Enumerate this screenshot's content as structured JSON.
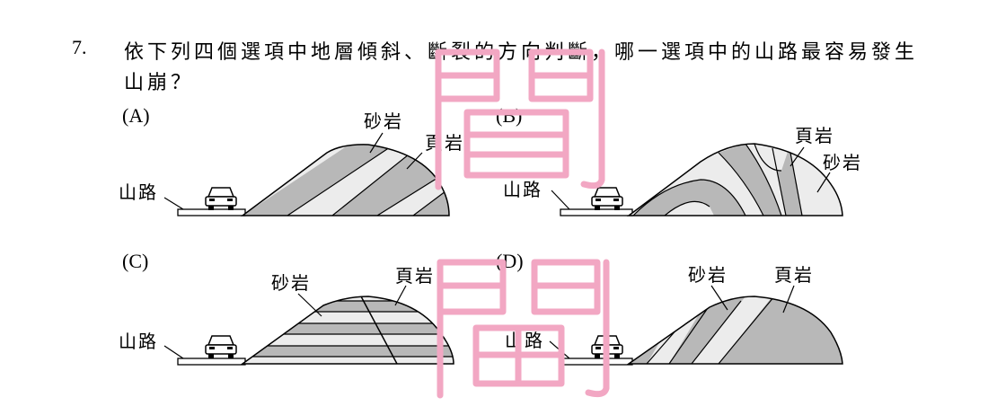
{
  "question": {
    "number": "7.",
    "line1": "依下列四個選項中地層傾斜、斷裂的方向判斷，哪一選項中的山路最容易發生",
    "line2": "山崩？"
  },
  "options": [
    {
      "label": "(A)",
      "road_label": "山路",
      "rock_labels": [
        "砂岩",
        "頁岩"
      ]
    },
    {
      "label": "(B)",
      "road_label": "山路",
      "rock_labels": [
        "頁岩",
        "砂岩"
      ]
    },
    {
      "label": "(C)",
      "road_label": "山路",
      "rock_labels": [
        "砂岩",
        "頁岩"
      ]
    },
    {
      "label": "(D)",
      "road_label": "山路",
      "rock_labels": [
        "砂岩",
        "頁岩"
      ]
    }
  ],
  "colors": {
    "sandstone": "#ececec",
    "shale": "#b8b8b8",
    "stamp": "#f2a7c3"
  }
}
